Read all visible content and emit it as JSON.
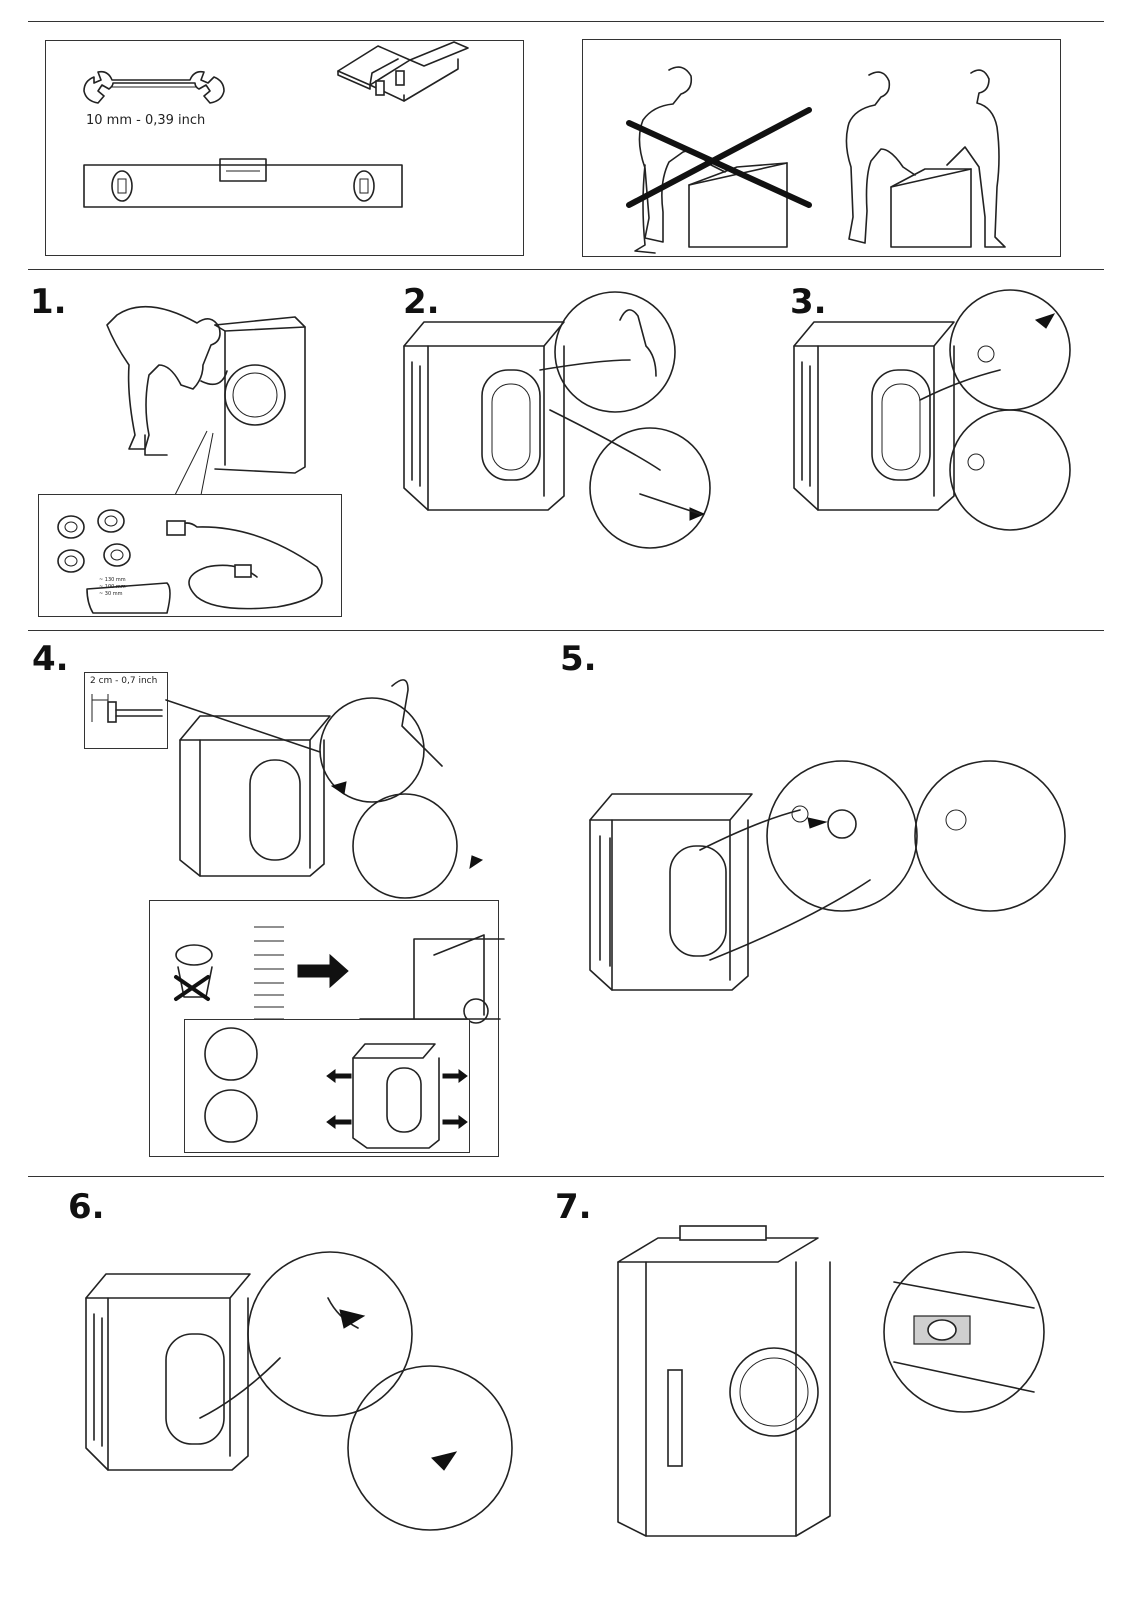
{
  "tools": {
    "wrench_size": "10 mm - 0,39 inch",
    "icons": [
      "wrench-icon",
      "toolbox-icon",
      "spirit-level-icon"
    ]
  },
  "steps": [
    {
      "number": "1."
    },
    {
      "number": "2."
    },
    {
      "number": "3."
    },
    {
      "number": "4.",
      "measurement": "2 cm - 0,7 inch"
    },
    {
      "number": "5."
    },
    {
      "number": "6."
    },
    {
      "number": "7."
    }
  ],
  "accessories": {
    "label_lines": [
      "~ 130 mm",
      "~ 100 mm",
      "~ 30 mm"
    ]
  }
}
